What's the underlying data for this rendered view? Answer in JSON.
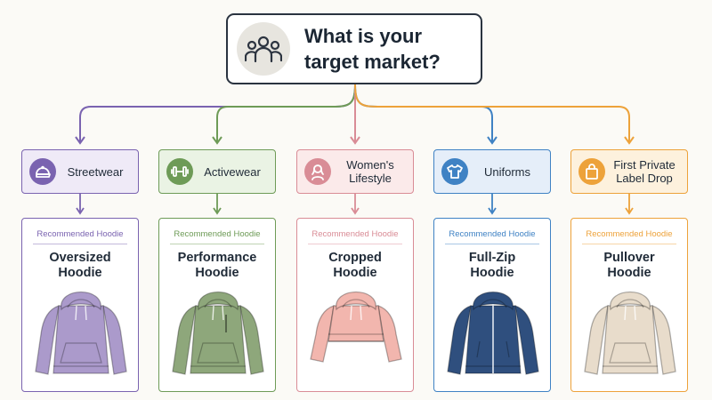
{
  "question": {
    "line1": "What is your",
    "line2": "target market?",
    "icon": "people-group-icon"
  },
  "card_tag": "Recommended Hoodie",
  "markets": [
    {
      "id": "streetwear",
      "label_lines": [
        "Streetwear"
      ],
      "icon": "cap-icon",
      "accent": "#7a63b0",
      "tint": "#efeaf7",
      "hoodie_lines": [
        "Oversized",
        "Hoodie"
      ],
      "hoodie_color": "#ab9acb"
    },
    {
      "id": "activewear",
      "label_lines": [
        "Activewear"
      ],
      "icon": "dumbbell-icon",
      "accent": "#6e9b57",
      "tint": "#eaf3e4",
      "hoodie_lines": [
        "Performance",
        "Hoodie"
      ],
      "hoodie_color": "#8ea77b"
    },
    {
      "id": "womens-lifestyle",
      "label_lines": [
        "Women's",
        "Lifestyle"
      ],
      "icon": "woman-icon",
      "accent": "#d98c96",
      "tint": "#fbeaea",
      "hoodie_lines": [
        "Cropped",
        "Hoodie"
      ],
      "hoodie_color": "#f2b6ae"
    },
    {
      "id": "uniforms",
      "label_lines": [
        "Uniforms"
      ],
      "icon": "shirt-icon",
      "accent": "#3f82c4",
      "tint": "#e5eef9",
      "hoodie_lines": [
        "Full-Zip",
        "Hoodie"
      ],
      "hoodie_color": "#2f4f7e"
    },
    {
      "id": "first-private-label-drop",
      "label_lines": [
        "First Private",
        "Label Drop"
      ],
      "icon": "shopping-bag-icon",
      "accent": "#eda23a",
      "tint": "#fdf1dd",
      "hoodie_lines": [
        "Pullover",
        "Hoodie"
      ],
      "hoodie_color": "#e8dccb"
    }
  ]
}
